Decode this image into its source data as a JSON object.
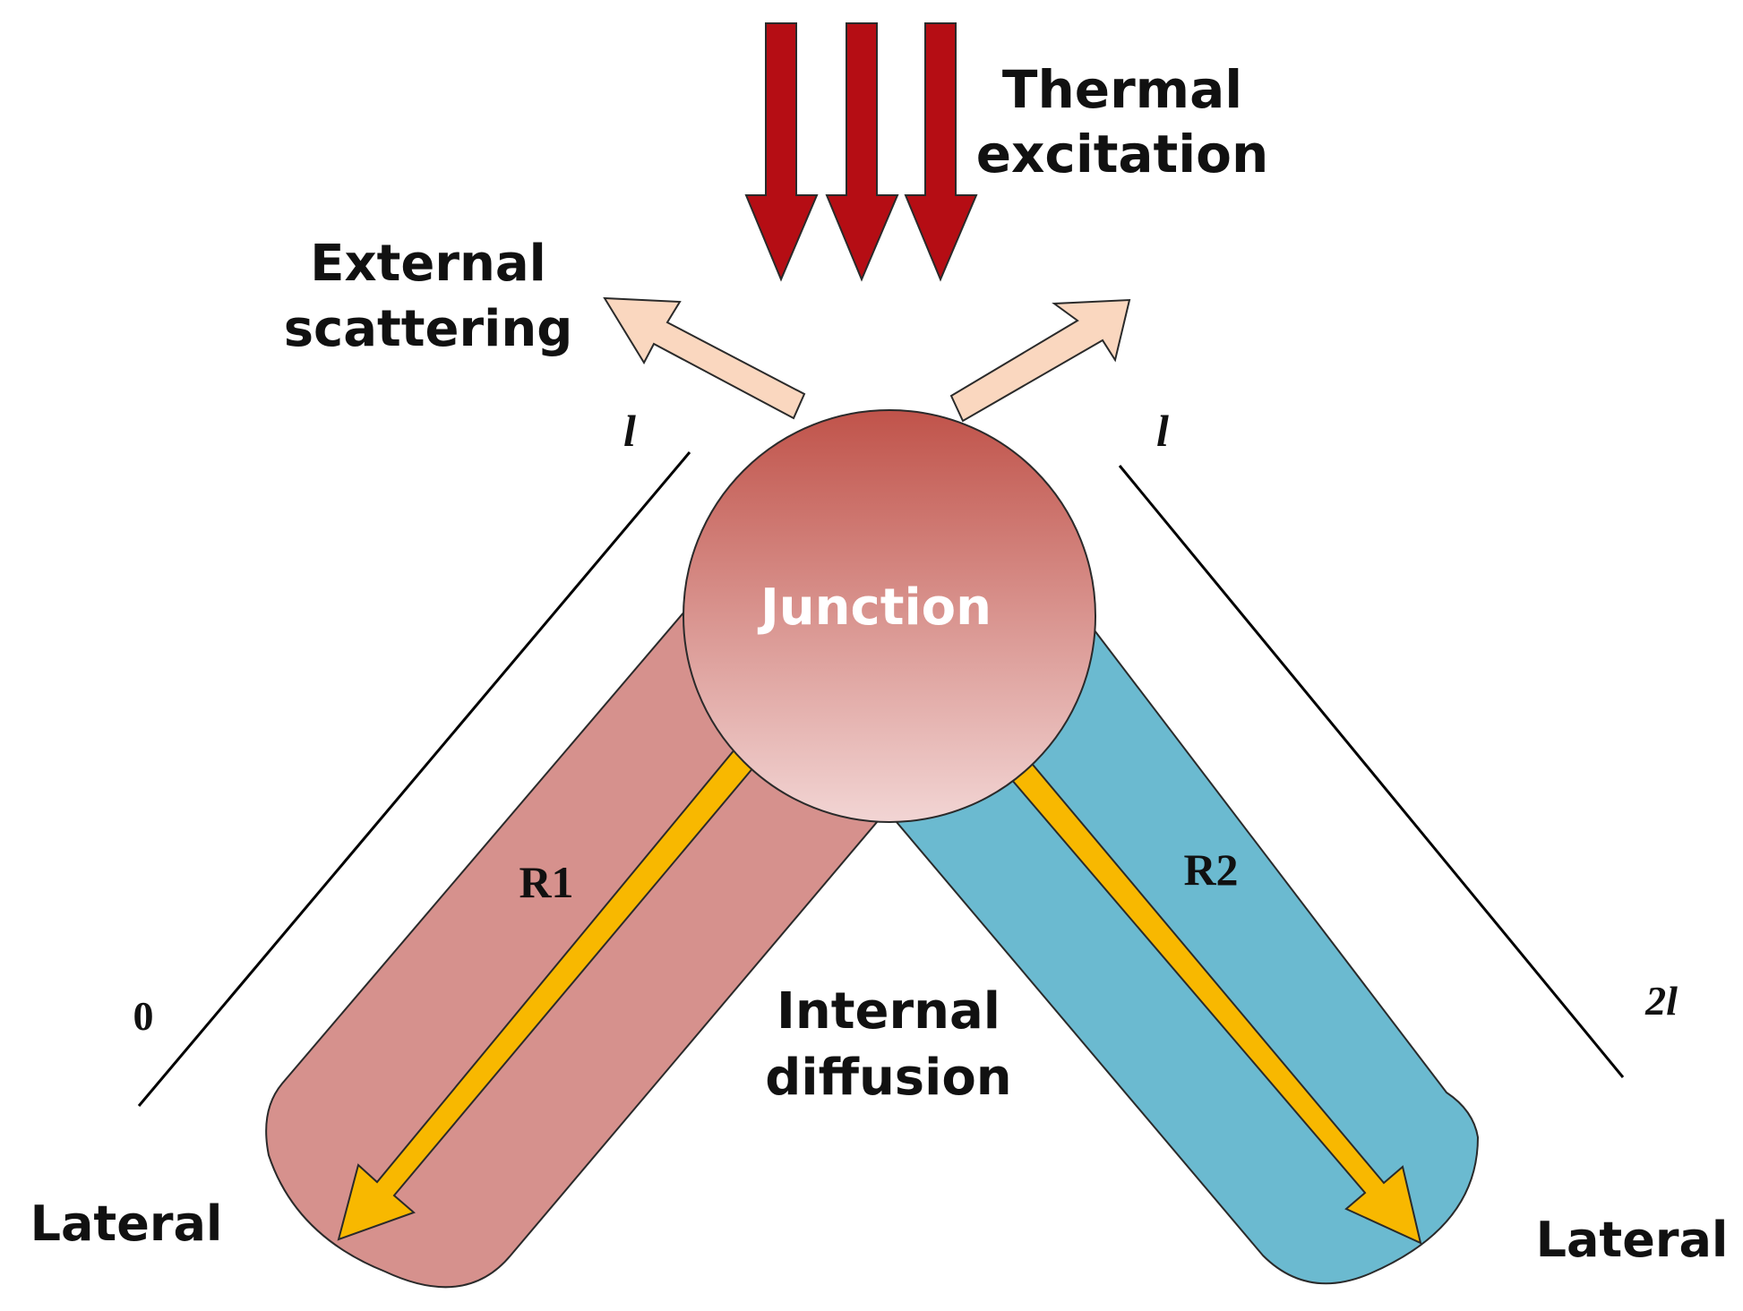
{
  "labels": {
    "thermal_line1": "Thermal",
    "thermal_line2": "excitation",
    "external_line1": "External",
    "external_line2": "scattering",
    "junction": "Junction",
    "r1": "R1",
    "r2": "R2",
    "internal_line1": "Internal",
    "internal_line2": "diffusion",
    "lateral_left": "Lateral",
    "lateral_right": "Lateral",
    "axis_zero": "0",
    "axis_l_left": "l",
    "axis_l_right": "l",
    "axis_2l": "2l"
  },
  "colors": {
    "thermal_arrow": "#b50d14",
    "scatter_arrow": "#fad7bf",
    "left_arm": "#d6918d",
    "right_arm": "#6bbad0",
    "diffusion_arrow": "#f8b800",
    "junction_top": "#c0534a",
    "junction_bottom": "#f2d5d4"
  }
}
